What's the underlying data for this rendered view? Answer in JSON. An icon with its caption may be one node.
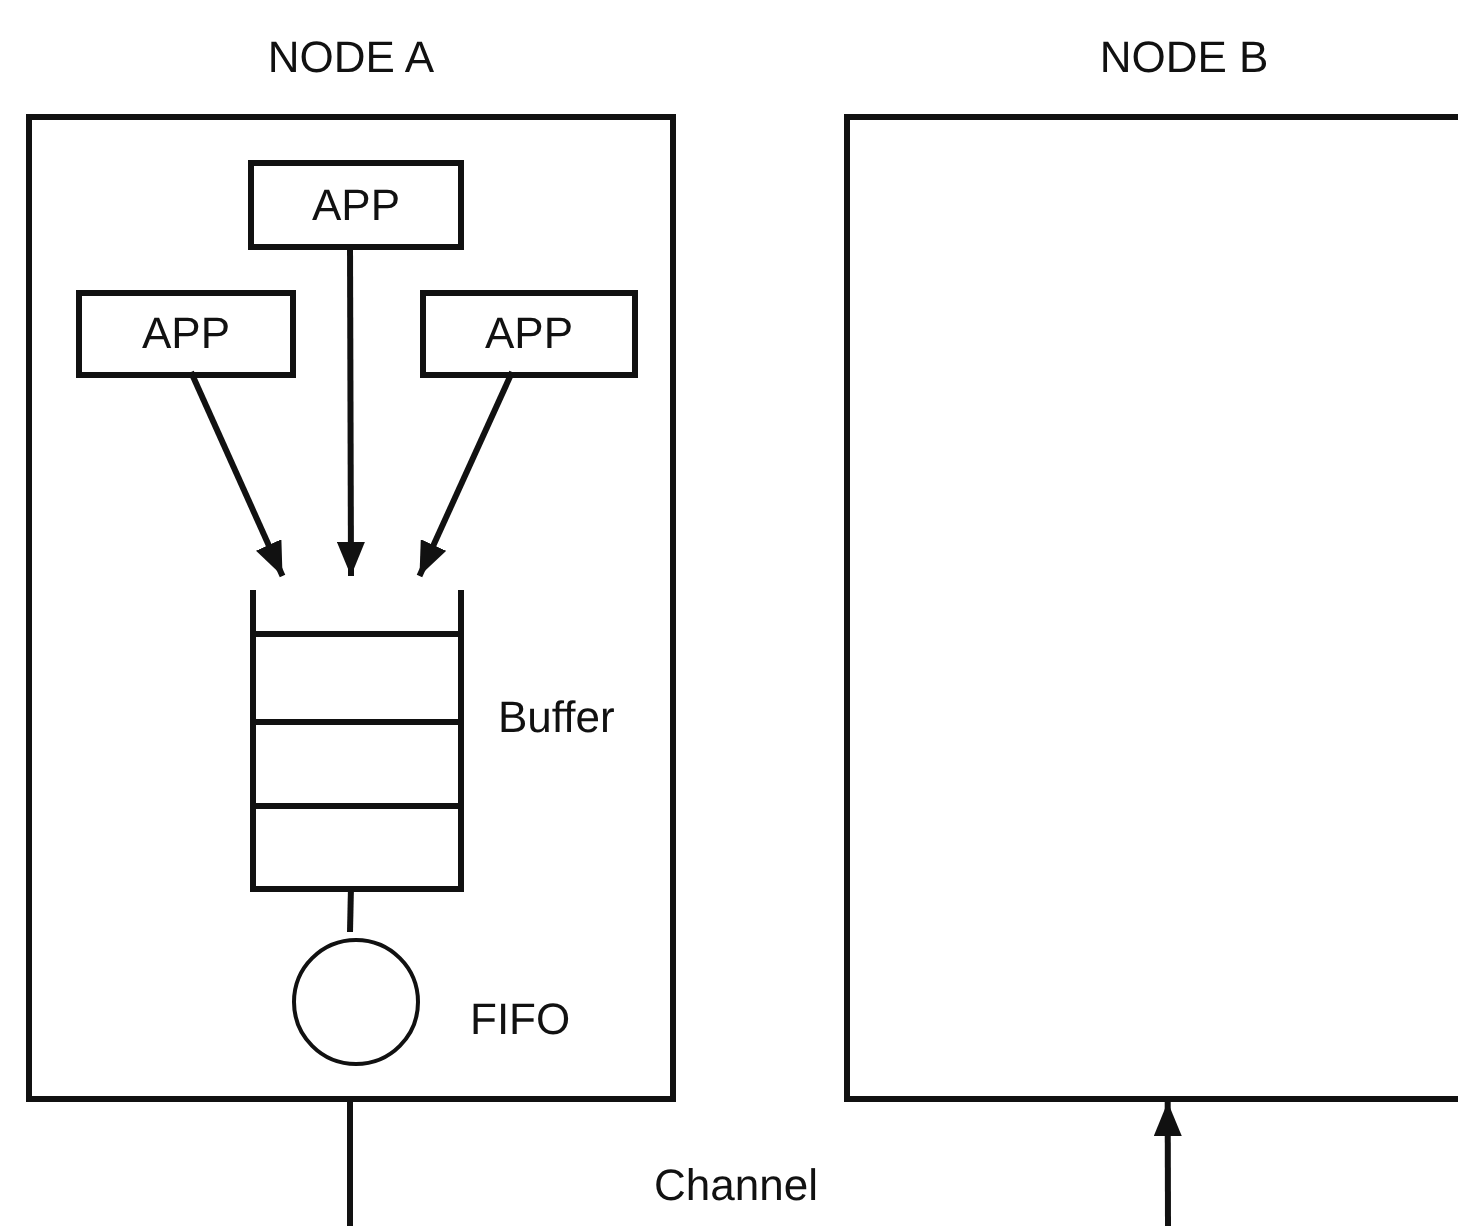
{
  "diagram": {
    "nodes": [
      {
        "text": [
          "NODE A"
        ]
      },
      {
        "text": [
          "APP"
        ],
        "in": 0
      },
      {
        "text": [
          "APP"
        ],
        "in": 0
      },
      {
        "text": [
          "APP"
        ],
        "in": 0
      },
      {
        "text": [],
        "shape": "box",
        "in": 0,
        "beside": [
          "Buffer"
        ]
      },
      {
        "text": [],
        "shape": "circle",
        "in": 0,
        "beside": [
          "FIFO"
        ]
      },
      {
        "text": [
          "NODE B"
        ]
      }
    ],
    "edges": [
      {
        "from": 1,
        "to": 4,
        "arrow": "to"
      },
      {
        "from": 2,
        "to": 4,
        "arrow": "to"
      },
      {
        "from": 3,
        "to": 4,
        "arrow": "to"
      },
      {
        "from": 4,
        "to": 5,
        "arrow": "none"
      },
      {
        "from": 0,
        "to": null,
        "arrow": "none"
      },
      {
        "from": null,
        "to": 6,
        "arrow": "to"
      }
    ],
    "labels": [
      "Channel"
    ]
  }
}
